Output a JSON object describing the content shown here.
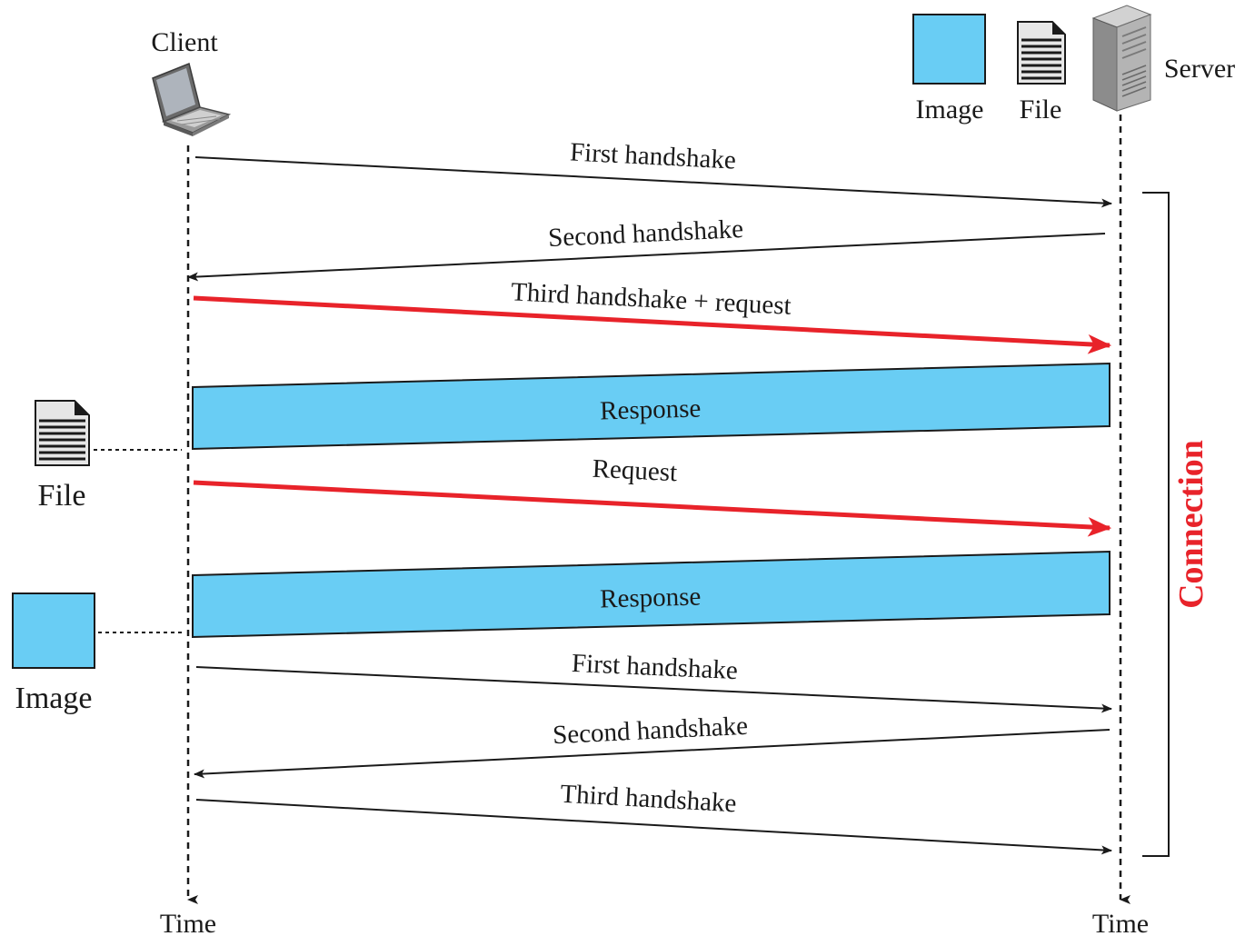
{
  "client": {
    "label": "Client",
    "icon": "laptop-icon"
  },
  "server": {
    "label": "Server",
    "icon": "server-tower-icon"
  },
  "server_legend": {
    "image_label": "Image",
    "file_label": "File",
    "image_icon": "image-square-icon",
    "file_icon": "document-icon"
  },
  "client_side": {
    "file_label": "File",
    "image_label": "Image",
    "file_icon": "document-icon",
    "image_icon": "image-square-icon"
  },
  "timeline": {
    "client_time": "Time",
    "server_time": "Time"
  },
  "connection": {
    "label": "Connection"
  },
  "messages": [
    {
      "label": "First handshake",
      "direction": "client-to-server",
      "style": "thin"
    },
    {
      "label": "Second handshake",
      "direction": "server-to-client",
      "style": "thin"
    },
    {
      "label": "Third handshake + request",
      "direction": "client-to-server",
      "style": "red"
    },
    {
      "label": "Response",
      "direction": "server-to-client",
      "style": "band"
    },
    {
      "label": "Request",
      "direction": "client-to-server",
      "style": "red"
    },
    {
      "label": "Response",
      "direction": "server-to-client",
      "style": "band"
    },
    {
      "label": "First handshake",
      "direction": "client-to-server",
      "style": "thin"
    },
    {
      "label": "Second handshake",
      "direction": "server-to-client",
      "style": "thin"
    },
    {
      "label": "Third handshake",
      "direction": "client-to-server",
      "style": "thin"
    }
  ],
  "colors": {
    "request_red": "#e8232a",
    "response_blue": "#69cdf4",
    "line_black": "#1a1a1a",
    "connection_red": "#e8232a"
  }
}
